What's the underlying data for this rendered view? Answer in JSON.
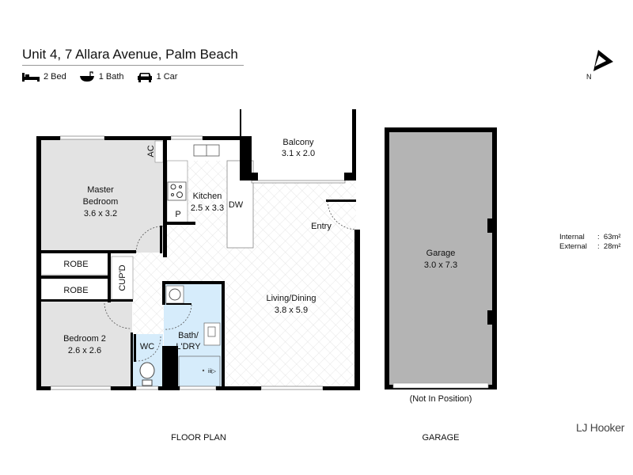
{
  "header": {
    "title": "Unit 4, 7 Allara Avenue, Palm Beach",
    "features": [
      {
        "icon": "bed-icon",
        "label": "2 Bed"
      },
      {
        "icon": "bath-icon",
        "label": "1 Bath"
      },
      {
        "icon": "car-icon",
        "label": "1 Car"
      }
    ]
  },
  "compass": {
    "label": "N"
  },
  "areas": {
    "internal_label": "Internal",
    "internal_value": "63m²",
    "external_label": "External",
    "external_value": "28m²",
    "sep": ":"
  },
  "rooms": {
    "balcony": {
      "name": "Balcony",
      "size": "3.1 x 2.0"
    },
    "master": {
      "name1": "Master",
      "name2": "Bedroom",
      "size": "3.6 x 3.2"
    },
    "kitchen": {
      "name": "Kitchen",
      "size": "2.5 x 3.3"
    },
    "ac": "AC",
    "pantry": "P",
    "dw": "DW",
    "entry": "Entry",
    "robe1": "ROBE",
    "robe2": "ROBE",
    "cupd": "CUP'D",
    "living": {
      "name": "Living/Dining",
      "size": "3.8 x 5.9"
    },
    "bedroom2": {
      "name": "Bedroom 2",
      "size": "2.6 x 2.6"
    },
    "wc": "WC",
    "bath": {
      "name1": "Bath/",
      "name2": "L'DRY"
    },
    "garage": {
      "name": "Garage",
      "size": "3.0 x 7.3",
      "note": "(Not In Position)"
    }
  },
  "captions": {
    "floor_plan": "FLOOR PLAN",
    "garage": "GARAGE"
  },
  "brand": {
    "logo": "LJ Hooker"
  },
  "colors": {
    "wall": "#000000",
    "bedroom_floor": "#e3e3e3",
    "wet_floor": "#d6ecfb",
    "garage_floor": "#b4b4b4"
  }
}
